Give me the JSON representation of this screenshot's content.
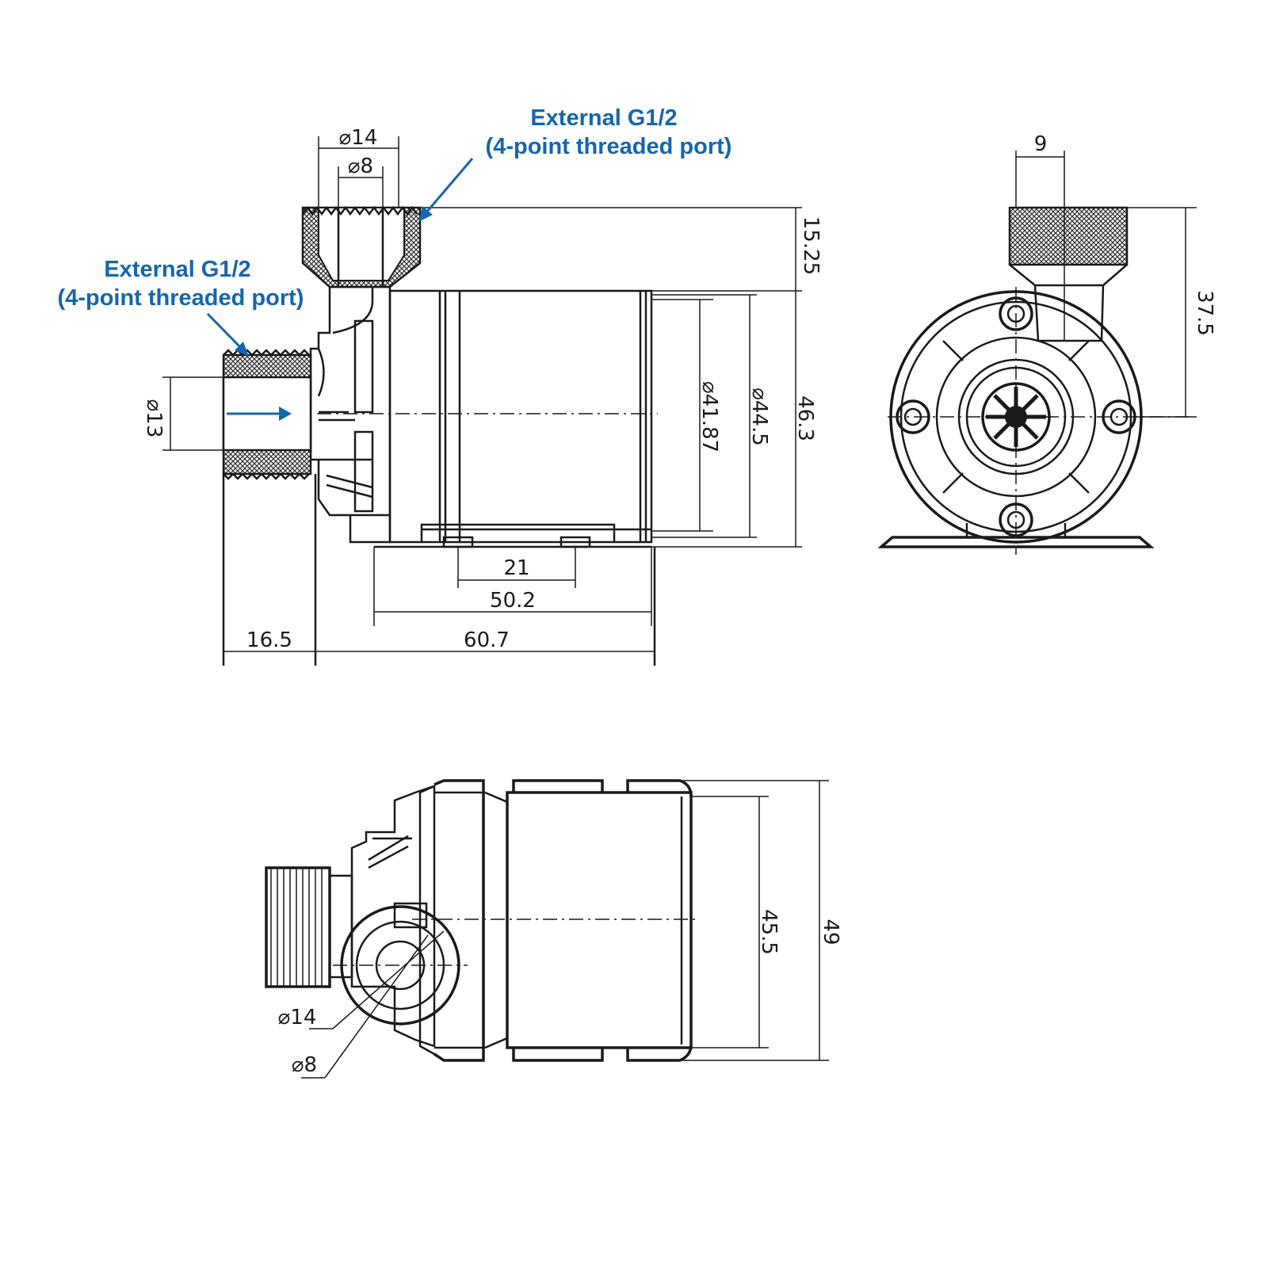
{
  "annotations": {
    "top_port": {
      "line1": "External G1/2",
      "line2": "(4-point threaded port)"
    },
    "side_port": {
      "line1": "External G1/2",
      "line2": "(4-point threaded port)"
    }
  },
  "side_view": {
    "outlet_outer_dia": "⌀14",
    "outlet_inner_dia": "⌀8",
    "outlet_height": "15.25",
    "inlet_dia": "⌀13",
    "body_dia_inner": "⌀41.87",
    "body_dia_outer": "⌀44.5",
    "total_height": "46.3",
    "foot_spacing": "21",
    "body_length": "50.2",
    "inlet_length": "16.5",
    "overall_length": "60.7"
  },
  "front_view": {
    "outlet_offset": "9",
    "outlet_height": "37.5"
  },
  "top_view": {
    "port_outer_dia": "⌀14",
    "port_inner_dia": "⌀8",
    "body_width": "45.5",
    "total_width": "49"
  },
  "colors": {
    "annotation": "#1565b0",
    "line": "#1a1a1a"
  }
}
